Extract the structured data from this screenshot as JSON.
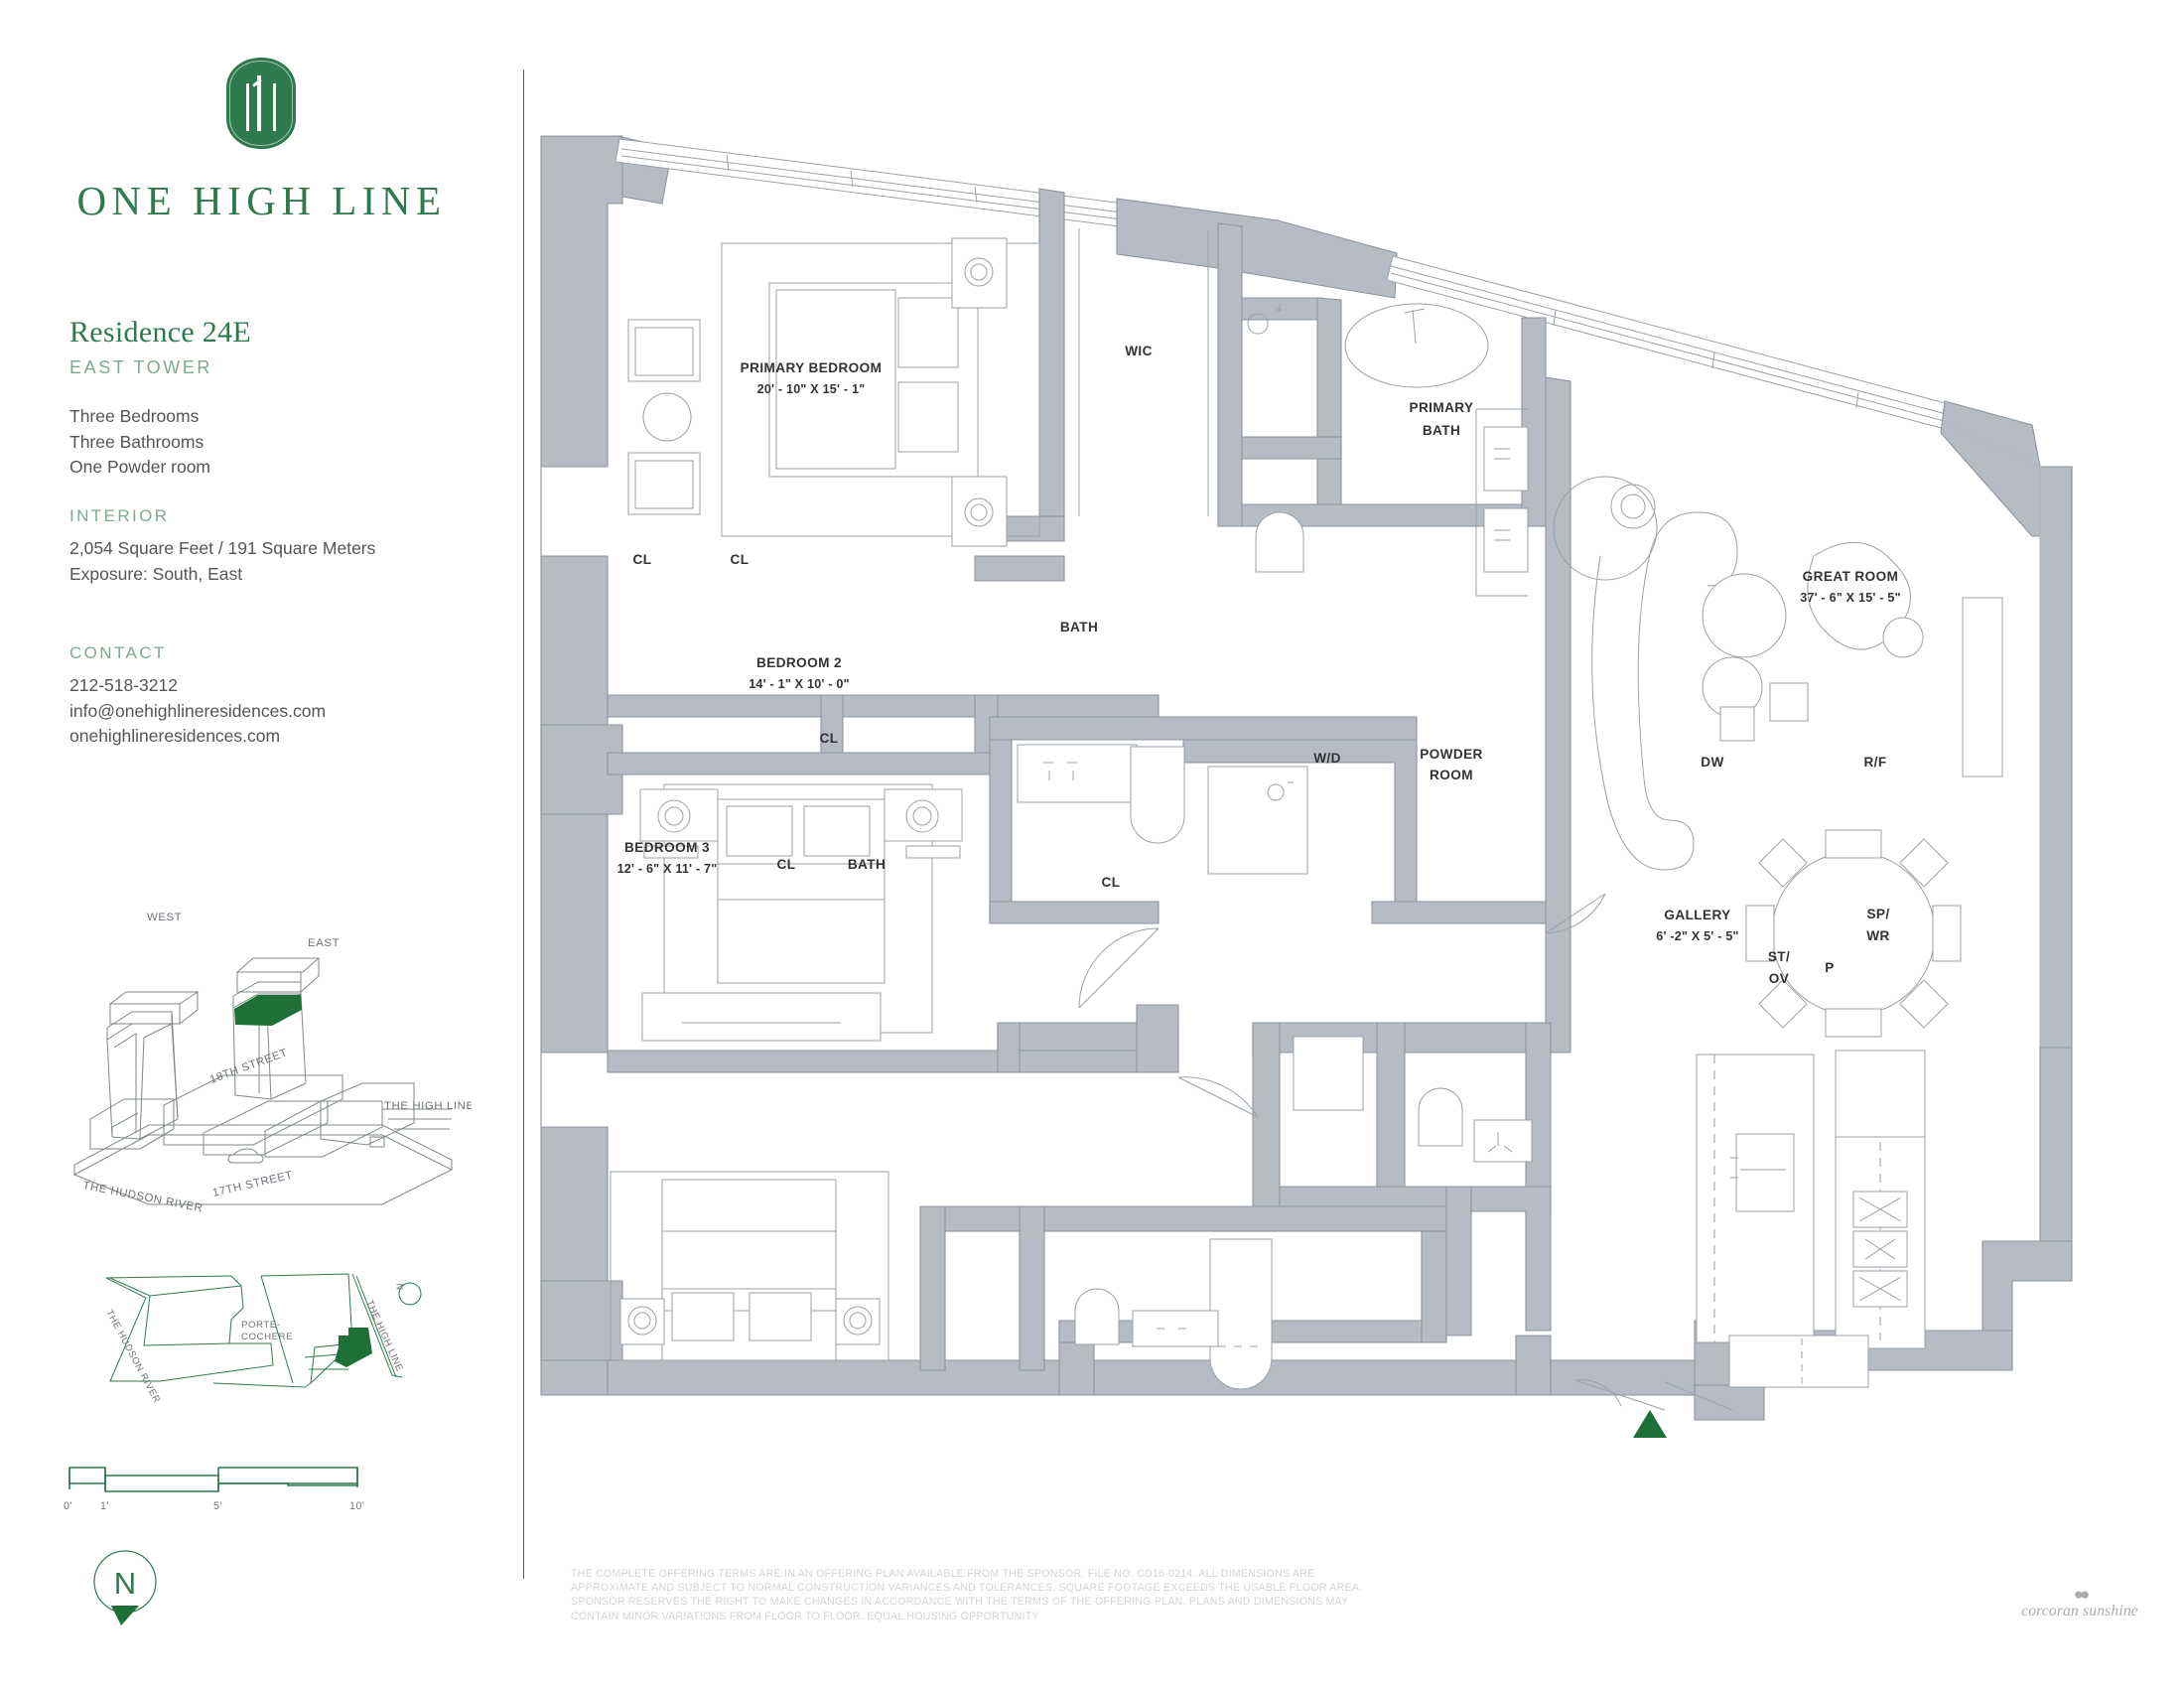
{
  "brand": {
    "name": "ONE HIGH LINE",
    "logo_icon": "one-high-line-monogram-icon",
    "green": "#2f7a4d"
  },
  "residence": {
    "title": "Residence 24E",
    "tower": "EAST TOWER",
    "spec_lines": [
      "Three Bedrooms",
      "Three Bathrooms",
      "One Powder room"
    ],
    "interior_label": "INTERIOR",
    "interior_lines": [
      "2,054 Square Feet / 191 Square Meters",
      "Exposure: South, East"
    ]
  },
  "contact": {
    "label": "CONTACT",
    "phone": "212-518-3212",
    "email": "info@onehighlineresidences.com",
    "website": "onehighlineresidences.com"
  },
  "massing": {
    "west": "WEST",
    "east": "EAST",
    "street_18": "18TH STREET",
    "street_17": "17TH STREET",
    "hudson": "THE HUDSON RIVER",
    "highline": "THE HIGH LINE"
  },
  "siteplan": {
    "hudson": "THE HUDSON RIVER",
    "highline": "THE HIGH LINE",
    "porte": [
      "PORTE-",
      "COCHERE"
    ],
    "north_letter": "N"
  },
  "scale": {
    "ticks": [
      "0'",
      "1'",
      "5'",
      "10'"
    ]
  },
  "north": {
    "letter": "N"
  },
  "plan": {
    "rooms": [
      {
        "name": "PRIMARY BEDROOM",
        "dim": "20' -  10\" X 15' - 1\""
      },
      {
        "name": "WIC",
        "dim": ""
      },
      {
        "name": "PRIMARY",
        "dim": "BATH"
      },
      {
        "name": "GREAT ROOM",
        "dim": "37' - 6\" X 15' - 5\""
      },
      {
        "name": "BEDROOM 2",
        "dim": "14' - 1\" X 10' -  0\""
      },
      {
        "name": "BEDROOM 3",
        "dim": "12' - 6\" X 11' - 7\""
      },
      {
        "name": "BATH",
        "dim": ""
      },
      {
        "name": "POWDER",
        "dim": "ROOM"
      },
      {
        "name": "GALLERY",
        "dim": "6' -2\" X 5' - 5\""
      }
    ],
    "labels": {
      "primary_bedroom": "PRIMARY BEDROOM",
      "primary_bedroom_dim": "20' -  10\" X 15' - 1\"",
      "wic": "WIC",
      "primary_bath_1": "PRIMARY",
      "primary_bath_2": "BATH",
      "great_room": "GREAT ROOM",
      "great_room_dim": "37' - 6\" X 15' - 5\"",
      "bedroom2": "BEDROOM 2",
      "bedroom2_dim": "14' - 1\" X 10' -  0\"",
      "bedroom3": "BEDROOM 3",
      "bedroom3_dim": "12' - 6\" X 11' - 7\"",
      "bath_upper": "BATH",
      "bath_lower": "BATH",
      "cl": "CL",
      "wd": "W/D",
      "powder_1": "POWDER",
      "powder_2": "ROOM",
      "gallery": "GALLERY",
      "gallery_dim": "6' -2\" X 5' - 5\"",
      "dw": "DW",
      "rf": "R/F",
      "sp_wr_1": "SP/",
      "sp_wr_2": "WR",
      "st_ov_1": "ST/",
      "st_ov_2": "OV",
      "p": "P"
    }
  },
  "footer": {
    "disclaimer": "THE COMPLETE OFFERING TERMS ARE IN AN OFFERING PLAN AVAILABLE FROM THE SPONSOR. FILE NO. CD16-0214. ALL DIMENSIONS ARE APPROXIMATE AND SUBJECT TO NORMAL CONSTRUCTION VARIANCES AND TOLERANCES. SQUARE FOOTAGE EXCEEDS THE USABLE FLOOR AREA. SPONSOR RESERVES THE RIGHT TO MAKE CHANGES IN ACCORDANCE WITH THE TERMS OF THE OFFERING PLAN. PLANS AND DIMENSIONS MAY CONTAIN MINOR VARIATIONS FROM FLOOR TO FLOOR. EQUAL HOUSING OPPORTUNITY",
    "broker": "corcoran sunshine"
  }
}
